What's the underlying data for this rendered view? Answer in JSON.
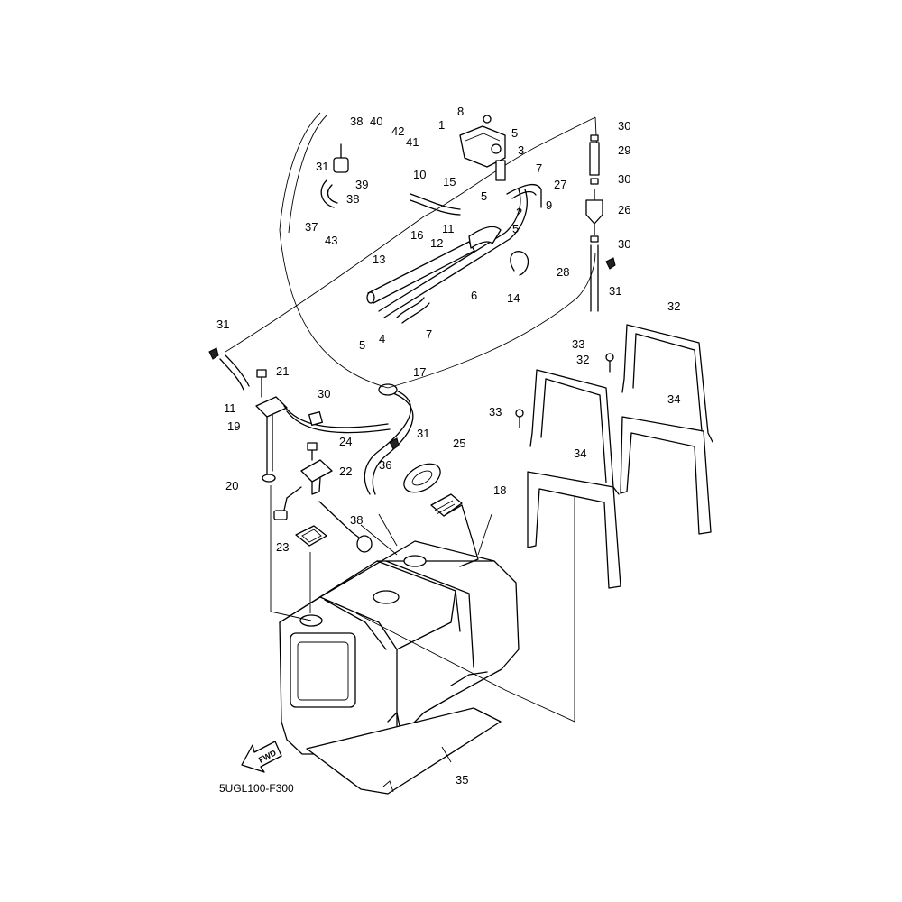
{
  "diagram": {
    "code": "5UGL100-F300",
    "fwd_label": "FWD",
    "callouts": [
      {
        "id": "c1",
        "num": "1"
      },
      {
        "id": "c2",
        "num": "2"
      },
      {
        "id": "c3",
        "num": "3"
      },
      {
        "id": "c4",
        "num": "4"
      },
      {
        "id": "c5a",
        "num": "5"
      },
      {
        "id": "c5b",
        "num": "5"
      },
      {
        "id": "c5c",
        "num": "5"
      },
      {
        "id": "c5d",
        "num": "5"
      },
      {
        "id": "c6",
        "num": "6"
      },
      {
        "id": "c7a",
        "num": "7"
      },
      {
        "id": "c7b",
        "num": "7"
      },
      {
        "id": "c8",
        "num": "8"
      },
      {
        "id": "c9",
        "num": "9"
      },
      {
        "id": "c10",
        "num": "10"
      },
      {
        "id": "c11a",
        "num": "11"
      },
      {
        "id": "c11b",
        "num": "11"
      },
      {
        "id": "c12",
        "num": "12"
      },
      {
        "id": "c13",
        "num": "13"
      },
      {
        "id": "c14",
        "num": "14"
      },
      {
        "id": "c15",
        "num": "15"
      },
      {
        "id": "c16",
        "num": "16"
      },
      {
        "id": "c17",
        "num": "17"
      },
      {
        "id": "c18",
        "num": "18"
      },
      {
        "id": "c19",
        "num": "19"
      },
      {
        "id": "c20",
        "num": "20"
      },
      {
        "id": "c21",
        "num": "21"
      },
      {
        "id": "c22",
        "num": "22"
      },
      {
        "id": "c23",
        "num": "23"
      },
      {
        "id": "c24",
        "num": "24"
      },
      {
        "id": "c25",
        "num": "25"
      },
      {
        "id": "c26",
        "num": "26"
      },
      {
        "id": "c27",
        "num": "27"
      },
      {
        "id": "c28",
        "num": "28"
      },
      {
        "id": "c29",
        "num": "29"
      },
      {
        "id": "c30a",
        "num": "30"
      },
      {
        "id": "c30b",
        "num": "30"
      },
      {
        "id": "c30c",
        "num": "30"
      },
      {
        "id": "c30d",
        "num": "30"
      },
      {
        "id": "c31a",
        "num": "31"
      },
      {
        "id": "c31b",
        "num": "31"
      },
      {
        "id": "c31c",
        "num": "31"
      },
      {
        "id": "c31d",
        "num": "31"
      },
      {
        "id": "c32a",
        "num": "32"
      },
      {
        "id": "c32b",
        "num": "32"
      },
      {
        "id": "c33a",
        "num": "33"
      },
      {
        "id": "c33b",
        "num": "33"
      },
      {
        "id": "c34a",
        "num": "34"
      },
      {
        "id": "c34b",
        "num": "34"
      },
      {
        "id": "c35",
        "num": "35"
      },
      {
        "id": "c36",
        "num": "36"
      },
      {
        "id": "c37",
        "num": "37"
      },
      {
        "id": "c38a",
        "num": "38"
      },
      {
        "id": "c38b",
        "num": "38"
      },
      {
        "id": "c38c",
        "num": "38"
      },
      {
        "id": "c39",
        "num": "39"
      },
      {
        "id": "c40",
        "num": "40"
      },
      {
        "id": "c41",
        "num": "41"
      },
      {
        "id": "c42",
        "num": "42"
      },
      {
        "id": "c43",
        "num": "43"
      }
    ]
  }
}
